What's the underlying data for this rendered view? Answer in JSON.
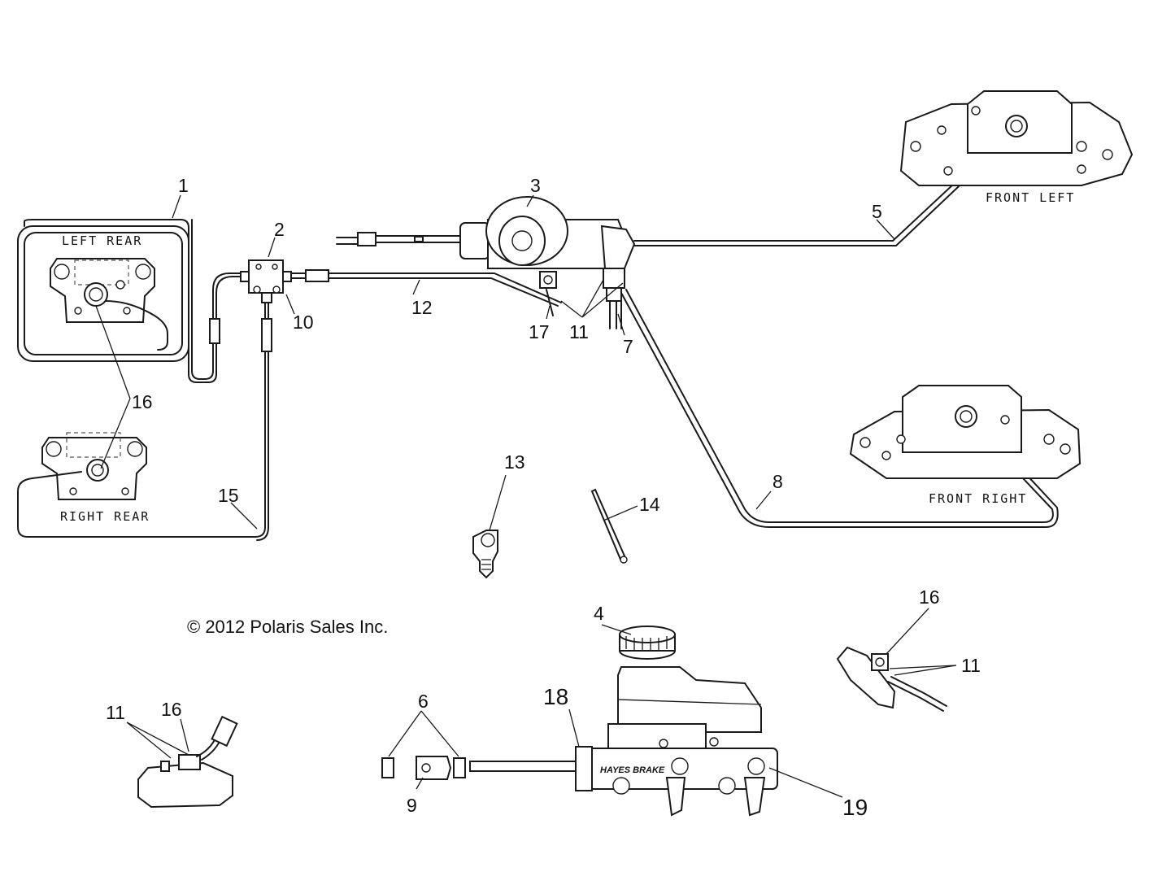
{
  "copyright": "© 2012 Polaris Sales Inc.",
  "location_labels": {
    "left_rear": "LEFT REAR",
    "right_rear": "RIGHT REAR",
    "front_left": "FRONT LEFT",
    "front_right": "FRONT RIGHT"
  },
  "brand_text": "HAYES BRAKE",
  "callouts": {
    "c1": "1",
    "c2": "2",
    "c3": "3",
    "c4": "4",
    "c5": "5",
    "c6": "6",
    "c7": "7",
    "c8": "8",
    "c9": "9",
    "c10": "10",
    "c11a": "11",
    "c11b": "11",
    "c11c": "11",
    "c12": "12",
    "c13": "13",
    "c14": "14",
    "c15": "15",
    "c16a": "16",
    "c16b": "16",
    "c16c": "16",
    "c17": "17",
    "c18": "18",
    "c19": "19"
  }
}
